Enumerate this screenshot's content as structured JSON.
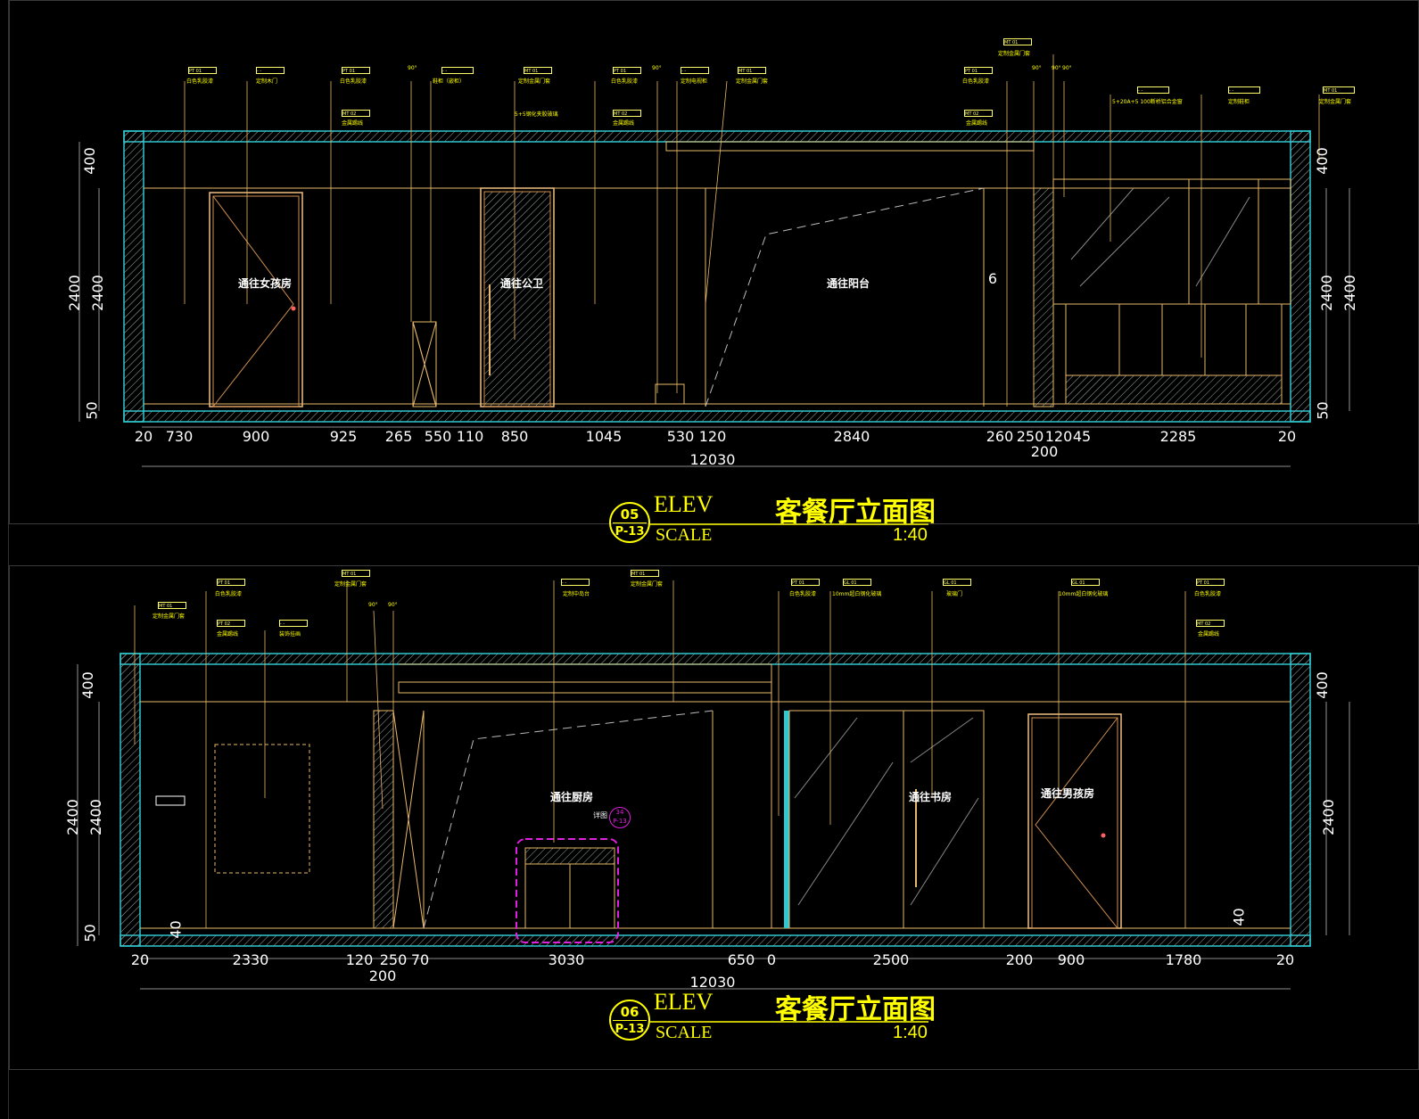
{
  "drawing_title": "客餐厅立面图",
  "elevations": [
    {
      "id": "elev-05",
      "number": "05",
      "sheet": "P-13",
      "label": "ELEV",
      "scale_label": "SCALE",
      "title": "客餐厅立面图",
      "scale": "1:40",
      "rooms": [
        "通往女孩房",
        "通往公卫",
        "通往阳台"
      ],
      "bottom_dims": [
        "20",
        "730",
        "900",
        "925",
        "265",
        "550",
        "110",
        "850",
        "1045",
        "530",
        "120",
        "2840",
        "260",
        "250",
        "120",
        "45",
        "2285",
        "20"
      ],
      "total": "12030",
      "sub_dim": "200",
      "left_dims": [
        "400",
        "2400",
        "2400",
        "50"
      ],
      "right_dims": [
        "400",
        "2400",
        "2400",
        "50"
      ],
      "angle_mark": "6",
      "tags": [
        {
          "code": "PT 01",
          "text": "白色乳胶漆"
        },
        {
          "code": "- -",
          "text": "定制木门"
        },
        {
          "code": "PT 01",
          "text": "白色乳胶漆"
        },
        {
          "code": "MT 02",
          "text": "金属踢线"
        },
        {
          "code": "- -",
          "text": "鞋柜（嵌柜）"
        },
        {
          "code": "MT 01",
          "text": "定制金属门套"
        },
        {
          "code": "5+5钢化夹胶玻璃",
          "text": ""
        },
        {
          "code": "PT 01",
          "text": "白色乳胶漆"
        },
        {
          "code": "MT 02",
          "text": "金属踢线"
        },
        {
          "code": "- -",
          "text": "定制电视柜"
        },
        {
          "code": "MT 01",
          "text": "定制金属门套"
        },
        {
          "code": "MT 01",
          "text": "定制金属门套"
        },
        {
          "code": "PT 01",
          "text": "白色乳胶漆"
        },
        {
          "code": "MT 02",
          "text": "金属踢线"
        },
        {
          "code": "- -",
          "text": "5+20A+5 100断桥铝合金窗"
        },
        {
          "code": "- -",
          "text": "定制鞋柜"
        },
        {
          "code": "MT 01",
          "text": "定制金属门套"
        }
      ],
      "angles": [
        "90°",
        "90°",
        "90°",
        "90°",
        "90°"
      ]
    },
    {
      "id": "elev-06",
      "number": "06",
      "sheet": "P-13",
      "label": "ELEV",
      "scale_label": "SCALE",
      "title": "客餐厅立面图",
      "scale": "1:40",
      "rooms": [
        "通往厨房",
        "通往书房",
        "通往男孩房"
      ],
      "bottom_dims": [
        "20",
        "2330",
        "120",
        "250",
        "70",
        "3030",
        "650",
        "0",
        "2500",
        "200",
        "900",
        "1780",
        "20"
      ],
      "total": "12030",
      "sub_dim": "200",
      "left_dims": [
        "400",
        "2400",
        "2400",
        "50"
      ],
      "right_dims": [
        "400",
        "2400"
      ],
      "small_dims": [
        "40",
        "40"
      ],
      "detail_ref": {
        "label": "详图",
        "number": "34",
        "sheet": "P-13"
      },
      "tags": [
        {
          "code": "MT 01",
          "text": "定制金属门套"
        },
        {
          "code": "PT 01",
          "text": "白色乳胶漆"
        },
        {
          "code": "PT 02",
          "text": "金属踢线"
        },
        {
          "code": "- -",
          "text": "装饰挂画"
        },
        {
          "code": "MT 01",
          "text": "定制金属门套"
        },
        {
          "code": "- -",
          "text": "定制中岛台"
        },
        {
          "code": "MT 01",
          "text": "定制金属门套"
        },
        {
          "code": "PT 01",
          "text": "白色乳胶漆"
        },
        {
          "code": "GL 01",
          "text": "10mm超白钢化玻璃"
        },
        {
          "code": "GL 01",
          "text": "玻璃门"
        },
        {
          "code": "GL 01",
          "text": "10mm超白钢化玻璃"
        },
        {
          "code": "PT 01",
          "text": "白色乳胶漆"
        },
        {
          "code": "MT 02",
          "text": "金属踢线"
        }
      ],
      "angles": [
        "90°",
        "90°"
      ]
    }
  ]
}
